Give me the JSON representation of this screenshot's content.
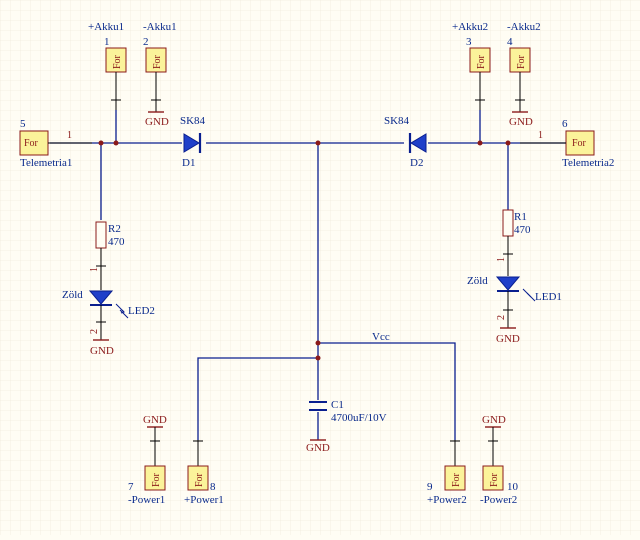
{
  "connectors": [
    {
      "id": "akku1p",
      "pin_no": "1",
      "net": "+Akku1",
      "text": "For"
    },
    {
      "id": "akku1n",
      "pin_no": "2",
      "net": "-Akku1",
      "text": "For"
    },
    {
      "id": "akku2p",
      "pin_no": "3",
      "net": "+Akku2",
      "text": "For"
    },
    {
      "id": "akku2n",
      "pin_no": "4",
      "net": "-Akku2",
      "text": "For"
    },
    {
      "id": "tel1",
      "pin_no": "5",
      "net": "Telemetria1",
      "text": "For",
      "wire_pin": "1"
    },
    {
      "id": "tel2",
      "pin_no": "6",
      "net": "Telemetria2",
      "text": "For",
      "wire_pin": "1"
    },
    {
      "id": "pow1n",
      "pin_no": "7",
      "net": "-Power1",
      "text": "For"
    },
    {
      "id": "pow1p",
      "pin_no": "8",
      "net": "+Power1",
      "text": "For"
    },
    {
      "id": "pow2p",
      "pin_no": "9",
      "net": "+Power2",
      "text": "For"
    },
    {
      "id": "pow2n",
      "pin_no": "10",
      "net": "-Power2",
      "text": "For"
    }
  ],
  "diodes": [
    {
      "ref": "D1",
      "value": "SK84"
    },
    {
      "ref": "D2",
      "value": "SK84"
    }
  ],
  "resistors": [
    {
      "ref": "R2",
      "value": "470"
    },
    {
      "ref": "R1",
      "value": "470"
    }
  ],
  "leds": [
    {
      "ref": "LED2",
      "value": "Zöld",
      "pin1": "1",
      "pin2": "2"
    },
    {
      "ref": "LED1",
      "value": "Zöld",
      "pin1": "1",
      "pin2": "2"
    }
  ],
  "capacitor": {
    "ref": "C1",
    "value": "4700uF/10V"
  },
  "nets": {
    "vcc": "Vcc",
    "gnd": "GND"
  },
  "colors": {
    "wire": "#0a1f8f",
    "component_outline": "#8b1a1a",
    "connector_fill": "#fbf39a",
    "grid": "#ece6d6",
    "background": "#fffdf4"
  }
}
